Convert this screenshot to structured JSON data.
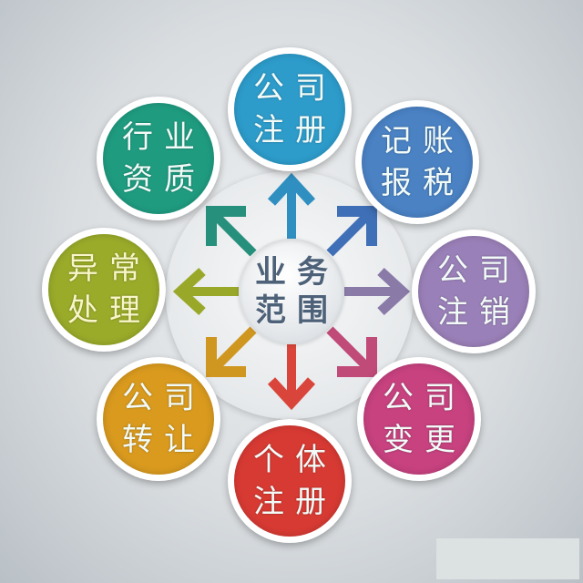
{
  "hub": {
    "line1": "业务",
    "line2": "范围",
    "title": "业务范围"
  },
  "nodes": [
    {
      "id": "company-registration",
      "line1": "公司",
      "line2": "注册",
      "color": "#2d9ccb",
      "position": "top"
    },
    {
      "id": "bookkeeping-tax",
      "line1": "记账",
      "line2": "报税",
      "color": "#4a82c4",
      "position": "top-right"
    },
    {
      "id": "company-cancellation",
      "line1": "公司",
      "line2": "注销",
      "color": "#9a80b8",
      "position": "right"
    },
    {
      "id": "company-change",
      "line1": "公司",
      "line2": "变更",
      "color": "#c7427f",
      "position": "bottom-right"
    },
    {
      "id": "individual-registration",
      "line1": "个体",
      "line2": "注册",
      "color": "#d73a33",
      "position": "bottom"
    },
    {
      "id": "company-transfer",
      "line1": "公司",
      "line2": "转让",
      "color": "#d99a1e",
      "position": "bottom-left"
    },
    {
      "id": "exception-handling",
      "line1": "异常",
      "line2": "处理",
      "color": "#9aab2a",
      "position": "left"
    },
    {
      "id": "industry-qualification",
      "line1": "行业",
      "line2": "资质",
      "color": "#1f9c80",
      "position": "top-left"
    }
  ],
  "arrows": {
    "up": "#2f8fc0",
    "up_right": "#3f6fb6",
    "right": "#8a7aa8",
    "down_right": "#c04a78",
    "down": "#d9453a",
    "down_left": "#cf9620",
    "left": "#9aa82a",
    "up_left": "#27907c"
  }
}
